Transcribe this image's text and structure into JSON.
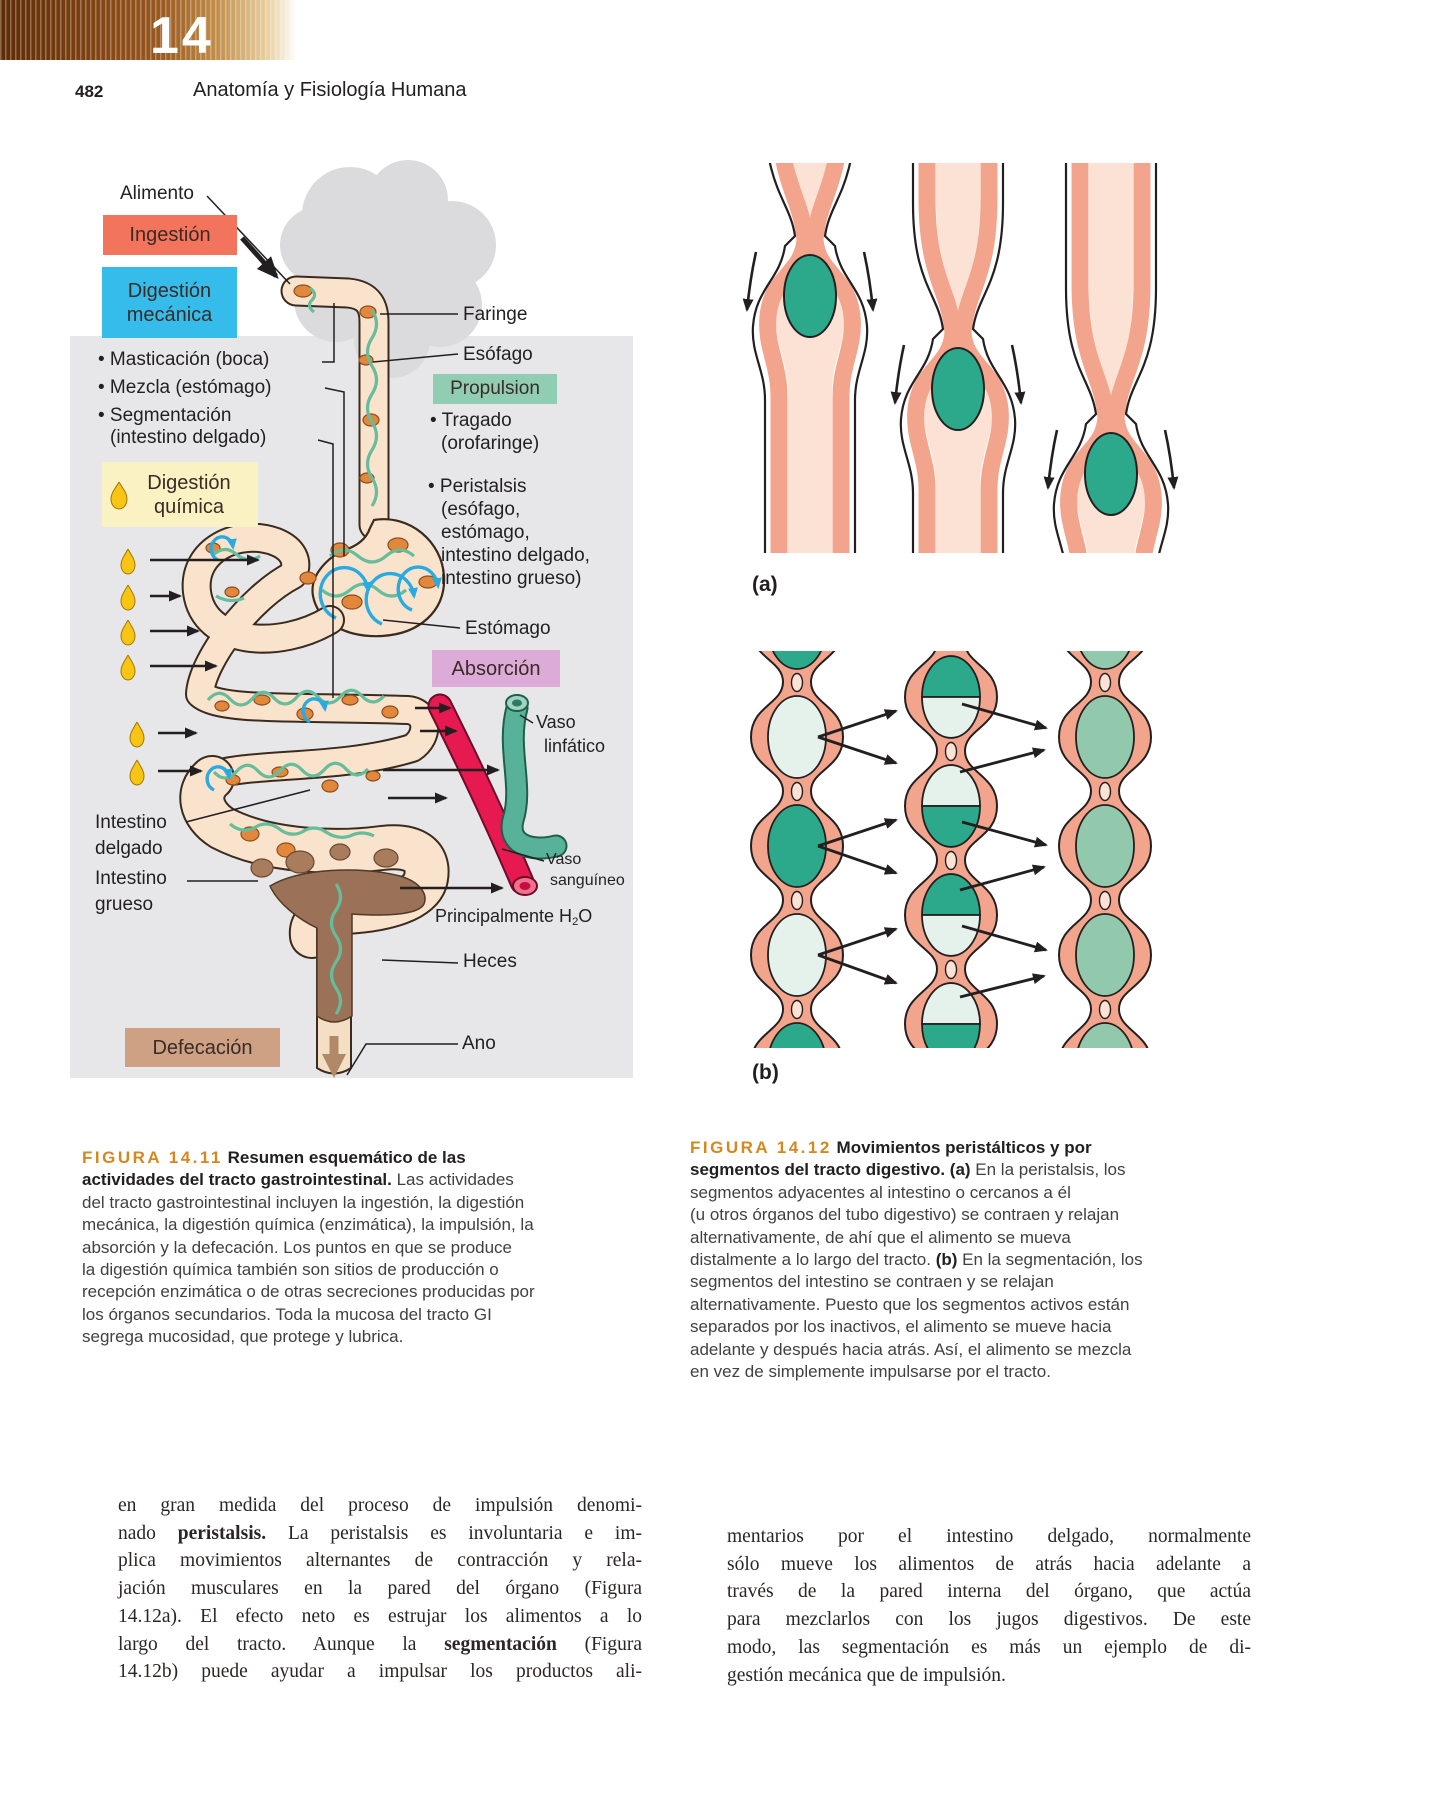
{
  "header": {
    "chapter_number": "14",
    "page_number": "482",
    "book_title": "Anatomía y Fisiología Humana"
  },
  "colors": {
    "ingestion_box": "#F3745C",
    "mechanical_box": "#35BCEB",
    "chemical_box": "#FBF2C4",
    "propulsion_box": "#90CDB3",
    "absorption_box": "#DCABD7",
    "defecation_box": "#CEA184",
    "figure_label": "#D4881F",
    "bolus_teal": "#2CA98B",
    "tube_wall_salmon": "#F2A58C",
    "tract_peach": "#FAE3CC",
    "vessel_red": "#E61950",
    "vessel_teal": "#58B299",
    "droplet_yellow": "#F9C515",
    "swirl_blue": "#29ABE2",
    "panel_gray": "#E7E7E9"
  },
  "fig11": {
    "labels": {
      "alimento": "Alimento",
      "ingestion": "Ingestión",
      "digestion_mecanica": "Digestión\nmecánica",
      "bullet_masticacion": "• Masticación (boca)",
      "bullet_mezcla": "• Mezcla (estómago)",
      "bullet_segmentacion": "• Segmentación",
      "bullet_segmentacion2": "(intestino delgado)",
      "digestion_quimica": "Digestión\nquímica",
      "faringe": "Faringe",
      "esofago": "Esófago",
      "propulsion": "Propulsion",
      "tragado": [
        "• Tragado",
        "(orofaringe)"
      ],
      "peristalsis": [
        "• Peristalsis",
        "(esófago,",
        "estómago,",
        "intestino delgado,",
        "intestino grueso)"
      ],
      "estomago": "Estómago",
      "absorcion": "Absorción",
      "vaso_linfatico": [
        "Vaso",
        "linfático"
      ],
      "intestino_delgado": [
        "Intestino",
        "delgado"
      ],
      "intestino_grueso": [
        "Intestino",
        "grueso"
      ],
      "vaso_sanguineo": [
        "Vaso",
        "sanguíneo"
      ],
      "principalmente": [
        {
          "t": "Principalmente H"
        },
        {
          "t": "2",
          "s": "sub"
        },
        {
          "t": "O"
        }
      ],
      "heces": "Heces",
      "defecacion": "Defecación",
      "ano": "Ano"
    },
    "caption": [
      [
        {
          "t": "FIGURA 14.11",
          "s": "fig"
        },
        {
          "t": "   "
        },
        {
          "t": "Resumen esquemático de las",
          "s": "b"
        }
      ],
      [
        {
          "t": "actividades del tracto gastrointestinal.",
          "s": "b"
        },
        {
          "t": " Las actividades"
        }
      ],
      [
        {
          "t": "del tracto gastrointestinal incluyen la ingestión, la digestión"
        }
      ],
      [
        {
          "t": "mecánica, la digestión química (enzimática), la impulsión, la"
        }
      ],
      [
        {
          "t": "absorción y la defecación. Los puntos en que se produce"
        }
      ],
      [
        {
          "t": "la digestión química también son sitios de producción o"
        }
      ],
      [
        {
          "t": "recepción enzimática o de otras secreciones producidas por"
        }
      ],
      [
        {
          "t": "los órganos secundarios. Toda la mucosa del tracto GI"
        }
      ],
      [
        {
          "t": "segrega mucosidad, que protege y lubrica."
        }
      ]
    ]
  },
  "fig12": {
    "label_a": "(a)",
    "label_b": "(b)",
    "caption": [
      [
        {
          "t": "FIGURA 14.12",
          "s": "fig"
        },
        {
          "t": "   "
        },
        {
          "t": "Movimientos peristálticos y por",
          "s": "b"
        }
      ],
      [
        {
          "t": "segmentos del tracto digestivo. (a)",
          "s": "b"
        },
        {
          "t": " En la peristalsis, los"
        }
      ],
      [
        {
          "t": "segmentos adyacentes al intestino o cercanos a él"
        }
      ],
      [
        {
          "t": "(u otros órganos del tubo digestivo) se contraen y relajan"
        }
      ],
      [
        {
          "t": "alternativamente, de ahí que el alimento se mueva"
        }
      ],
      [
        {
          "t": "distalmente a lo largo del tracto. "
        },
        {
          "t": "(b)",
          "s": "b"
        },
        {
          "t": " En la segmentación, los"
        }
      ],
      [
        {
          "t": "segmentos del intestino se contraen y se relajan"
        }
      ],
      [
        {
          "t": "alternativamente. Puesto que los segmentos activos están"
        }
      ],
      [
        {
          "t": "separados por los inactivos, el alimento se mueve hacia"
        }
      ],
      [
        {
          "t": "adelante y después hacia atrás. Así, el alimento se mezcla"
        }
      ],
      [
        {
          "t": "en vez de simplemente impulsarse por el tracto."
        }
      ]
    ]
  },
  "body": {
    "left": [
      [
        {
          "t": "en gran medida del proceso de impulsión denomi-"
        }
      ],
      [
        {
          "t": "nado "
        },
        {
          "t": "peristalsis.",
          "s": "bb"
        },
        {
          "t": " La peristalsis es involuntaria e im-"
        }
      ],
      [
        {
          "t": "plica movimientos alternantes de contracción y rela-"
        }
      ],
      [
        {
          "t": "jación musculares en la pared del órgano (Figura"
        }
      ],
      [
        {
          "t": "14.12a). El efecto neto es estrujar los alimentos a lo"
        }
      ],
      [
        {
          "t": "largo del tracto. Aunque la "
        },
        {
          "t": "segmentación",
          "s": "bb"
        },
        {
          "t": " (Figura"
        }
      ],
      [
        {
          "t": "14.12b) puede ayudar a impulsar los productos ali-"
        }
      ]
    ],
    "right": [
      [
        {
          "t": "mentarios por el intestino delgado, normalmente"
        }
      ],
      [
        {
          "t": "sólo mueve los alimentos de atrás hacia adelante a"
        }
      ],
      [
        {
          "t": "través de la pared interna del órgano, que actúa"
        }
      ],
      [
        {
          "t": "para mezclarlos con los jugos digestivos. De este"
        }
      ],
      [
        {
          "t": "modo, las segmentación es más un ejemplo de di-"
        }
      ],
      [
        {
          "t": "gestión mecánica que de impulsión."
        }
      ]
    ]
  }
}
